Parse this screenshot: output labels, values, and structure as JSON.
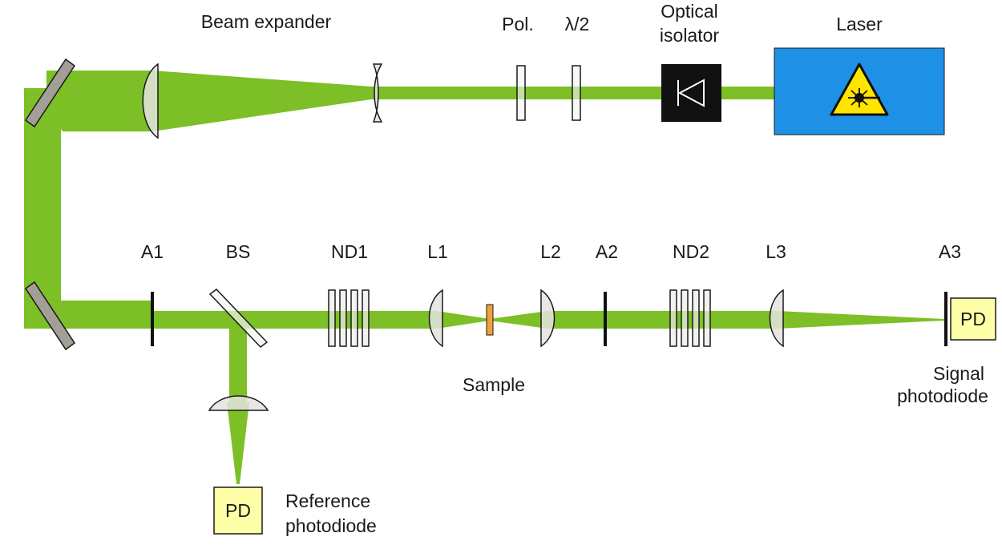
{
  "labels": {
    "beam_expander": "Beam expander",
    "pol": "Pol.",
    "lambda_half": "λ/2",
    "optical_isolator": [
      "Optical",
      "isolator"
    ],
    "laser": "Laser",
    "a1": "A1",
    "bs": "BS",
    "nd1": "ND1",
    "l1": "L1",
    "l2": "L2",
    "a2": "A2",
    "nd2": "ND2",
    "l3": "L3",
    "a3": "A3",
    "sample": "Sample",
    "signal_photodiode": [
      "Signal",
      "photodiode"
    ],
    "reference_photodiode": [
      "Reference",
      "photodiode"
    ],
    "pd_signal": "PD",
    "pd_reference": "PD"
  },
  "colors": {
    "beam": "#7cbf26",
    "laser_box": "#1e90e6",
    "isolator_box": "#111111",
    "mirror": "#a39e97",
    "photodiode": "#ffffa8",
    "sample": "#f2a03a",
    "warning_sign": "#ffe500"
  },
  "icons": {
    "laser_warning": "laser-hazard-icon",
    "isolator": "diode-triangle-icon"
  }
}
